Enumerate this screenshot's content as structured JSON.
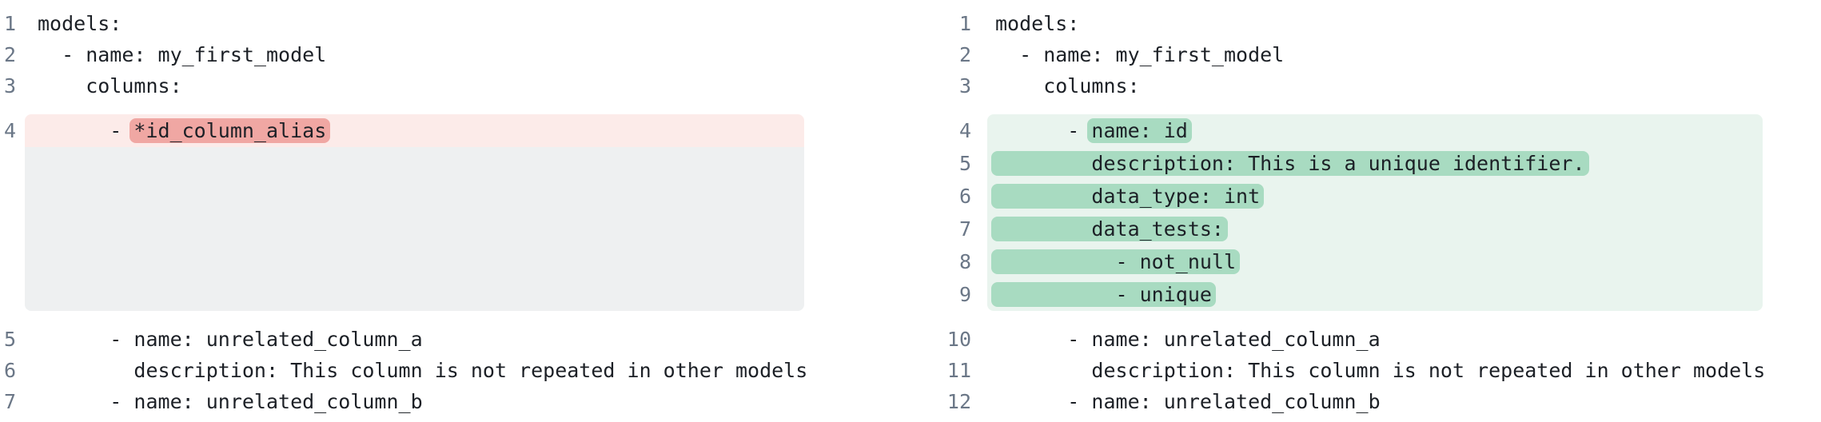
{
  "colors": {
    "text_color": "#1c2026",
    "line_number_color": "#6b7787",
    "removed_line_bg": "#fcebe9",
    "removed_token_bg": "#f0a7a3",
    "added_line_bg": "#e9f4ee",
    "added_token_bg": "#a8dbc1",
    "spacer_bg": "#eef0f1",
    "background": "#ffffff"
  },
  "panes": [
    {
      "name": "before",
      "sections": [
        {
          "type": "context",
          "lines": [
            {
              "num": "1",
              "text": "models:"
            },
            {
              "num": "2",
              "text": "  - name: my_first_model"
            },
            {
              "num": "3",
              "text": "    columns:"
            }
          ]
        },
        {
          "type": "chunk",
          "lines": [
            {
              "num": "4",
              "kind": "removed",
              "pre": "      - ",
              "mark": "*id_column_alias"
            },
            {
              "kind": "spacer",
              "rows": 5
            }
          ]
        },
        {
          "type": "context",
          "lines": [
            {
              "num": "5",
              "text": "      - name: unrelated_column_a"
            },
            {
              "num": "6",
              "text": "        description: This column is not repeated in other models"
            },
            {
              "num": "7",
              "text": "      - name: unrelated_column_b"
            }
          ]
        }
      ]
    },
    {
      "name": "after",
      "sections": [
        {
          "type": "context",
          "lines": [
            {
              "num": "1",
              "text": "models:"
            },
            {
              "num": "2",
              "text": "  - name: my_first_model"
            },
            {
              "num": "3",
              "text": "    columns:"
            }
          ]
        },
        {
          "type": "chunk",
          "lines": [
            {
              "num": "4",
              "kind": "added",
              "pre": "      - ",
              "mark": "name: id"
            },
            {
              "num": "5",
              "kind": "added",
              "pre": "",
              "mark": "        description: This is a unique identifier."
            },
            {
              "num": "6",
              "kind": "added",
              "pre": "",
              "mark": "        data_type: int"
            },
            {
              "num": "7",
              "kind": "added",
              "pre": "",
              "mark": "        data_tests:"
            },
            {
              "num": "8",
              "kind": "added",
              "pre": "",
              "mark": "          - not_null"
            },
            {
              "num": "9",
              "kind": "added",
              "pre": "",
              "mark": "          - unique"
            }
          ]
        },
        {
          "type": "context",
          "lines": [
            {
              "num": "10",
              "text": "      - name: unrelated_column_a"
            },
            {
              "num": "11",
              "text": "        description: This column is not repeated in other models"
            },
            {
              "num": "12",
              "text": "      - name: unrelated_column_b"
            }
          ]
        }
      ]
    }
  ]
}
